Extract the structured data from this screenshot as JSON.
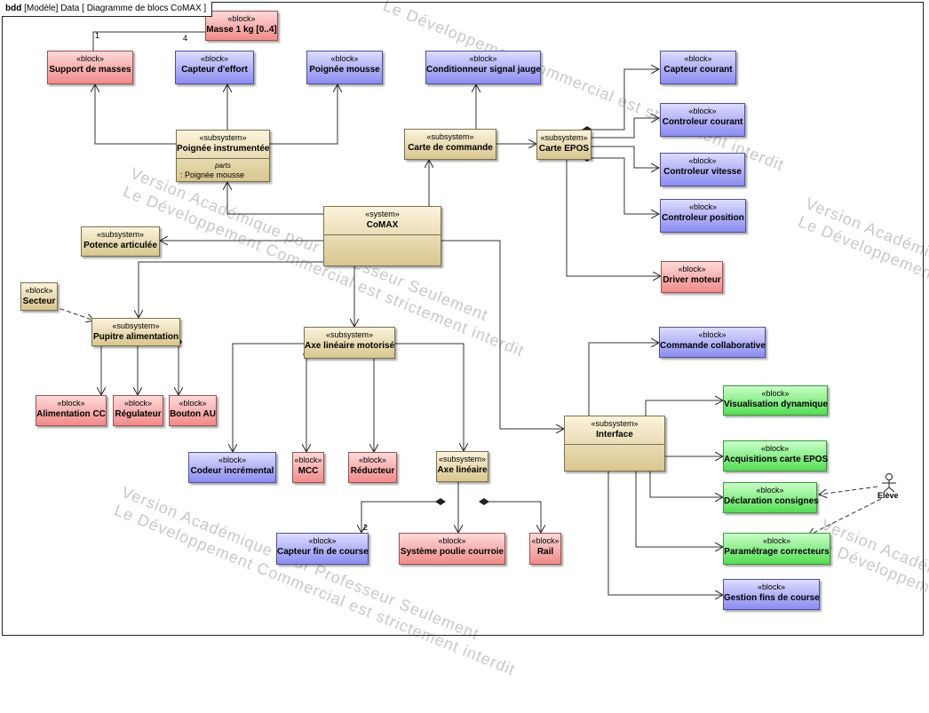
{
  "header": {
    "kind": "bdd",
    "path": "[Modèle] Data [ Diagramme de blocs CoMAX ]"
  },
  "watermark": {
    "line1": "Version Académique pour Professeur Seulement",
    "line2": "Le Développement Commercial est strictement interdit"
  },
  "stereotypes": {
    "block": "«block»",
    "subsystem": "«subsystem»",
    "system": "«system»"
  },
  "blocks": {
    "masse": "Masse 1 kg [0..4]",
    "support_masses": "Support de masses",
    "capteur_effort": "Capteur d'effort",
    "poignee_mousse": "Poignée mousse",
    "conditionneur": "Conditionneur signal jauge",
    "capteur_courant": "Capteur courant",
    "controleur_courant": "Controleur courant",
    "controleur_vitesse": "Controleur vitesse",
    "controleur_position": "Controleur position",
    "poignee_instrumentee": "Poignée instrumentée",
    "poignee_parts_title": "parts",
    "poignee_parts_item": ": Poignée mousse",
    "carte_commande": "Carte de commande",
    "carte_epos": "Carte EPOS",
    "comax": "CoMAX",
    "potence": "Potence articulée",
    "driver_moteur": "Driver moteur",
    "secteur": "Secteur",
    "pupitre": "Pupitre alimentation",
    "axe_motorise": "Axe linéaire motorisé",
    "commande_collab": "Commande collaborative",
    "alimentation_cc": "Alimentation CC",
    "regulateur": "Régulateur",
    "bouton_au": "Bouton AU",
    "visualisation": "Visualisation dynamique",
    "interface": "Interface",
    "codeur": "Codeur incrémental",
    "mcc": "MCC",
    "reducteur": "Réducteur",
    "axe_lineaire": "Axe linéaire",
    "acquisitions": "Acquisitions carte EPOS",
    "declaration": "Déclaration consignes",
    "capteur_fin": "Capteur fin de course",
    "systeme_poulie": "Système poulie courroie",
    "rail": "Rail",
    "parametrage": "Paramétrage correcteurs",
    "gestion_fins": "Gestion fins de course"
  },
  "actor": {
    "label": "Elève"
  },
  "multiplicities": {
    "m1": "1",
    "m4": "4",
    "m2": "2"
  }
}
